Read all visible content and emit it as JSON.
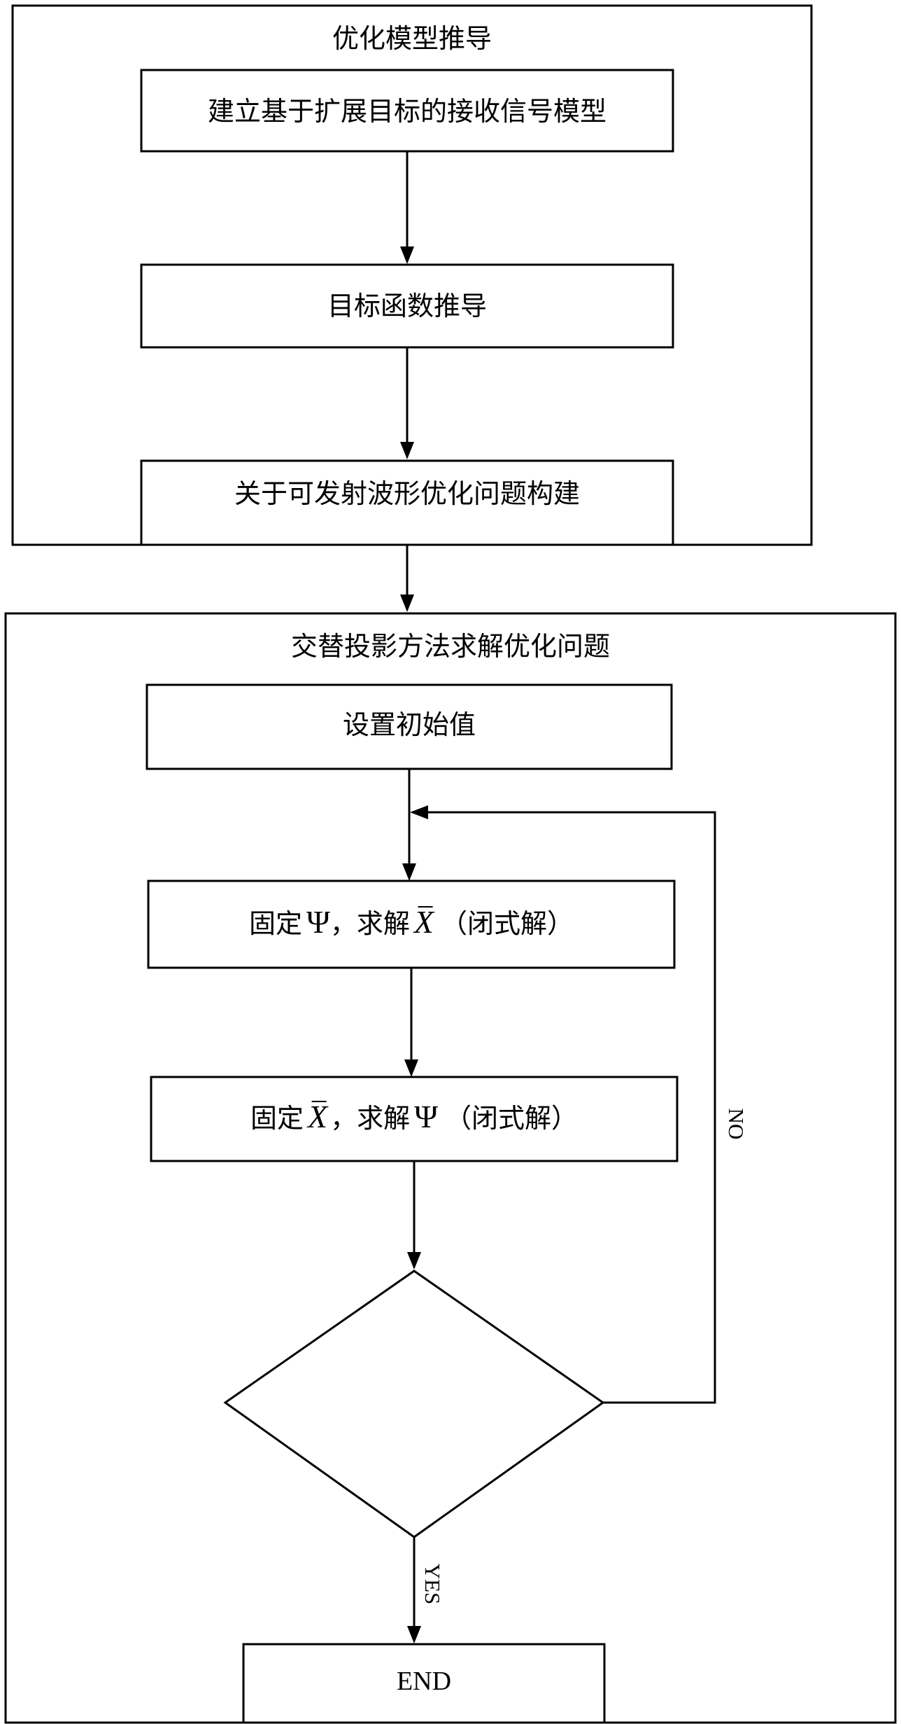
{
  "section1": {
    "title": "优化模型推导",
    "steps": [
      "建立基于扩展目标的接收信号模型",
      "目标函数推导",
      "关于可发射波形优化问题构建"
    ]
  },
  "section2": {
    "title": "交替投影方法求解优化问题",
    "init": "设置初始值",
    "step_a": {
      "pre": "固定",
      "var1": "Ψ",
      "mid": "，求解",
      "var2": "X",
      "post": "（闭式解）"
    },
    "step_b": {
      "pre": "固定",
      "var1": "X",
      "mid": "，求解",
      "var2": "Ψ",
      "post": "（闭式解）"
    },
    "decision_text": "",
    "no_label": "NO",
    "yes_label": "YES",
    "end": "END"
  }
}
